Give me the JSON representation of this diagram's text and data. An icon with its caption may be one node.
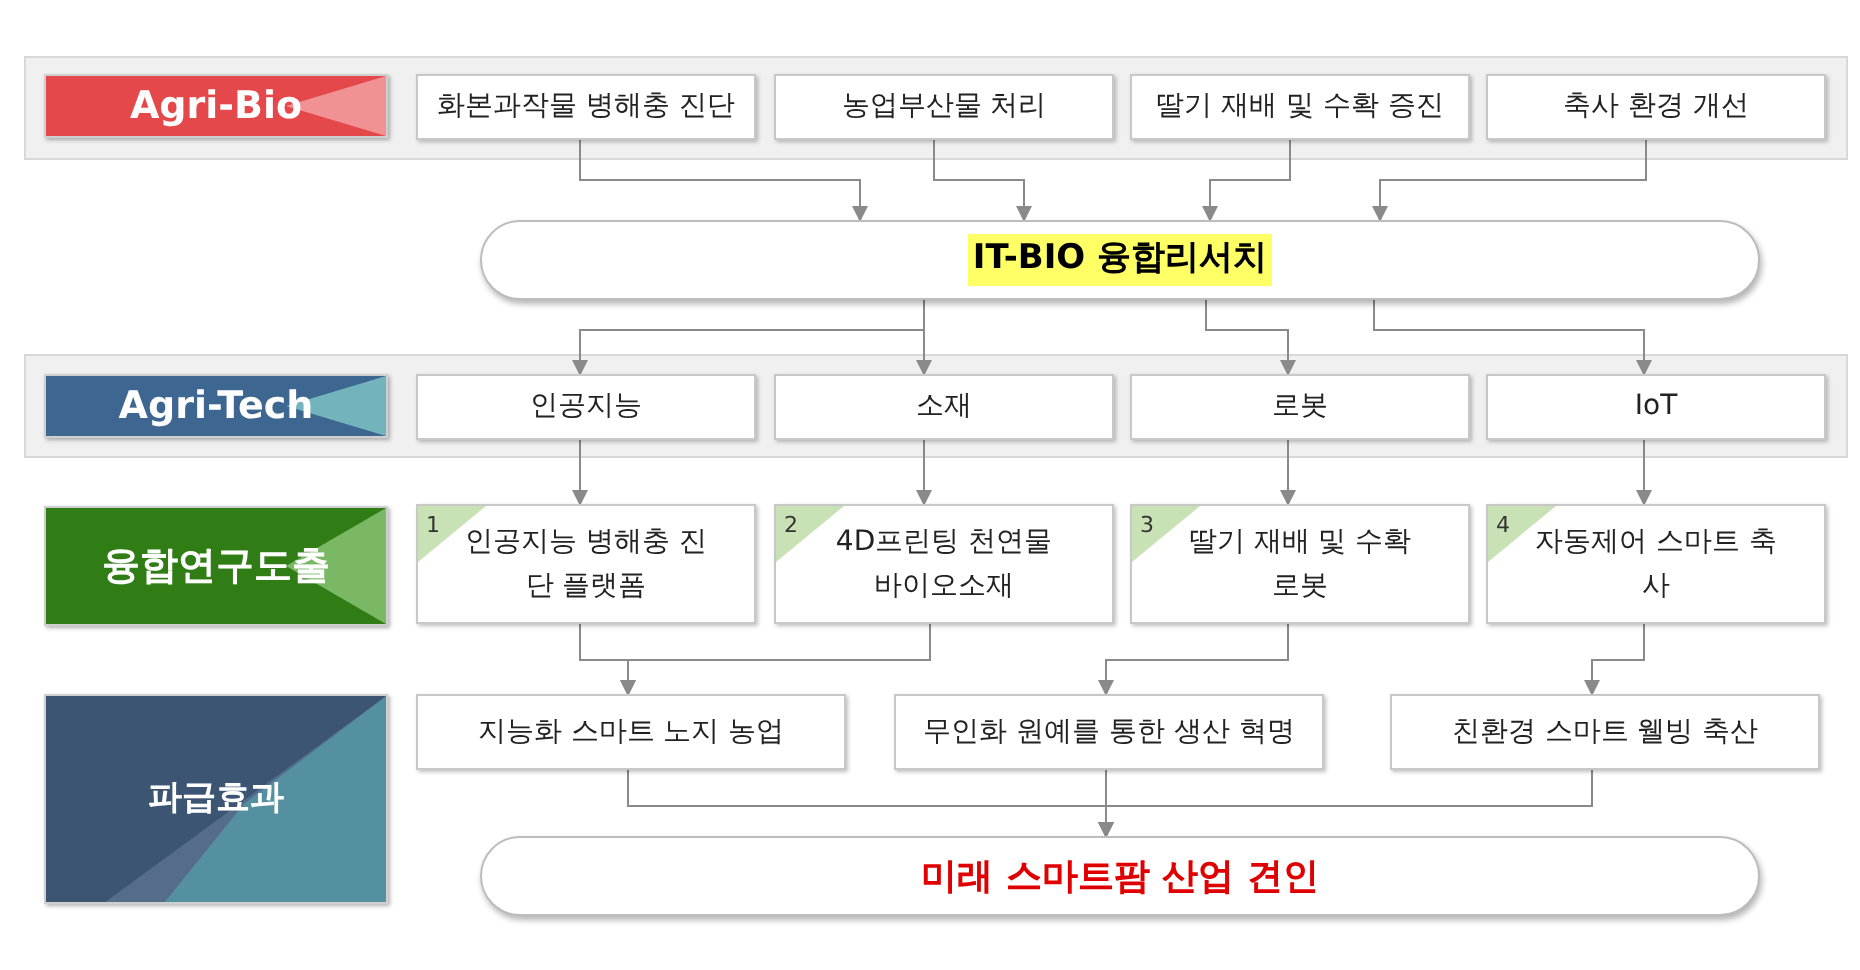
{
  "diagram": {
    "nodes": [
      {
        "text": [
          "Agri-Bio"
        ]
      },
      {
        "text": [
          "화본과작물 병해충 진단"
        ]
      },
      {
        "text": [
          "농업부산물 처리"
        ]
      },
      {
        "text": [
          "딸기 재배 및 수확 증진"
        ]
      },
      {
        "text": [
          "축사 환경 개선"
        ]
      },
      {
        "text": [
          "IT-BIO 융합리서치"
        ]
      },
      {
        "text": [
          "Agri-Tech"
        ]
      },
      {
        "text": [
          "인공지능"
        ]
      },
      {
        "text": [
          "소재"
        ]
      },
      {
        "text": [
          "로봇"
        ]
      },
      {
        "text": [
          "IoT"
        ]
      },
      {
        "text": [
          "융합연구도출"
        ]
      },
      {
        "text": [
          "1",
          "인공지능 병해충 진단 플랫폼"
        ]
      },
      {
        "text": [
          "2",
          "4D프린팅 천연물 바이오소재"
        ]
      },
      {
        "text": [
          "3",
          "딸기 재배 및 수확 로봇"
        ]
      },
      {
        "text": [
          "4",
          "자동제어 스마트 축사"
        ]
      },
      {
        "text": [
          "파급효과"
        ]
      },
      {
        "text": [
          "지능화 스마트 노지 농업"
        ]
      },
      {
        "text": [
          "무인화 원예를 통한 생산 혁명"
        ]
      },
      {
        "text": [
          "친환경 스마트 웰빙 축산"
        ]
      },
      {
        "text": [
          "미래 스마트팜 산업 견인"
        ]
      }
    ],
    "edges": [
      {
        "from": 1,
        "to": 5,
        "arrow": "to"
      },
      {
        "from": 2,
        "to": 5,
        "arrow": "to"
      },
      {
        "from": 3,
        "to": 5,
        "arrow": "to"
      },
      {
        "from": 4,
        "to": 5,
        "arrow": "to"
      },
      {
        "from": 5,
        "to": 7,
        "arrow": "to"
      },
      {
        "from": 5,
        "to": 8,
        "arrow": "to"
      },
      {
        "from": 5,
        "to": 9,
        "arrow": "to"
      },
      {
        "from": 5,
        "to": 10,
        "arrow": "to"
      },
      {
        "from": 7,
        "to": 12,
        "arrow": "to"
      },
      {
        "from": 8,
        "to": 13,
        "arrow": "to"
      },
      {
        "from": 9,
        "to": 14,
        "arrow": "to"
      },
      {
        "from": 10,
        "to": 15,
        "arrow": "to"
      },
      {
        "from": 12,
        "to": 17,
        "arrow": "to"
      },
      {
        "from": 13,
        "to": 17,
        "arrow": "to"
      },
      {
        "from": 14,
        "to": 18,
        "arrow": "to"
      },
      {
        "from": 15,
        "to": 19,
        "arrow": "to"
      },
      {
        "from": 17,
        "to": 20,
        "arrow": "to"
      },
      {
        "from": 18,
        "to": 20,
        "arrow": "to"
      },
      {
        "from": 19,
        "to": 20,
        "arrow": "to"
      }
    ]
  }
}
